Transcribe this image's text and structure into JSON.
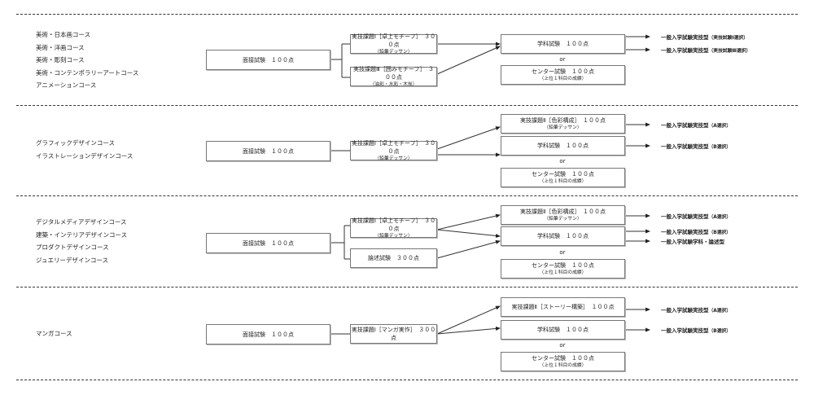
{
  "sections": [
    {
      "courses": [
        "美術・日本画コース",
        "美術・洋画コース",
        "美術・彫刻コース",
        "美術・コンテンポラリーアートコース",
        "アニメーションコース"
      ],
      "interview": "面接試験　１００点",
      "stage2": [
        {
          "title": "実技課題Ⅰ［卓上モチーフ］　３００点",
          "sub": "（鉛筆デッサン）"
        },
        {
          "title": "実技課題Ⅲ［囲みモチーフ］　３００点",
          "sub": "（油彩・水彩・木炭）"
        }
      ],
      "stage3": [
        {
          "title": "学科試験　１００点",
          "sub": ""
        }
      ],
      "or_label": "or",
      "center": {
        "title": "センター試験　１００点",
        "sub": "（上位１科目の成績）"
      },
      "results": [
        {
          "main": "一般入学試験実技型",
          "paren": "（実技試験Ⅰ選択）"
        },
        {
          "main": "一般入学試験実技型",
          "paren": "（実技試験Ⅲ選択）"
        }
      ]
    },
    {
      "courses": [
        "グラフィックデザインコース",
        "イラストレーションデザインコース"
      ],
      "interview": "面接試験　１００点",
      "stage2": [
        {
          "title": "実技課題Ⅰ［卓上モチーフ］　３００点",
          "sub": "（鉛筆デッサン）"
        }
      ],
      "stage3": [
        {
          "title": "実技課題Ⅱ［色彩構成］　１００点",
          "sub": "（鉛筆デッサン）"
        },
        {
          "title": "学科試験　１００点",
          "sub": ""
        }
      ],
      "or_label": "or",
      "center": {
        "title": "センター試験　１００点",
        "sub": "（上位１科目の成績）"
      },
      "results": [
        {
          "main": "一般入学試験実技型",
          "paren": "（A選択）"
        },
        {
          "main": "一般入学試験実技型",
          "paren": "（B選択）"
        }
      ]
    },
    {
      "courses": [
        "デジタルメディアデザインコース",
        "建築・インテリアデザインコース",
        "プロダクトデザインコース",
        "ジュエリーデザインコース"
      ],
      "interview": "面接試験　１００点",
      "stage2": [
        {
          "title": "実技課題Ⅰ［卓上モチーフ］　３００点",
          "sub": "（鉛筆デッサン）"
        },
        {
          "title": "論述試験　３００点",
          "sub": ""
        }
      ],
      "stage3": [
        {
          "title": "実技課題Ⅱ［色彩構成］　１００点",
          "sub": "（鉛筆デッサン）"
        },
        {
          "title": "学科試験　１００点",
          "sub": ""
        }
      ],
      "or_label": "or",
      "center": {
        "title": "センター試験　１００点",
        "sub": "（上位１科目の成績）"
      },
      "results": [
        {
          "main": "一般入学試験実技型",
          "paren": "（A選択）"
        },
        {
          "main": "一般入学試験実技型",
          "paren": "（B選択）"
        },
        {
          "main": "一般入学試験学科・論述型",
          "paren": ""
        }
      ]
    },
    {
      "courses": [
        "マンガコース"
      ],
      "interview": "面接試験　１００点",
      "stage2": [
        {
          "title": "実技課題Ⅰ［マンガ実作］　３００点",
          "sub": ""
        }
      ],
      "stage3": [
        {
          "title": "実技課題Ⅱ［ストーリー構築］　１００点",
          "sub": ""
        },
        {
          "title": "学科試験　１００点",
          "sub": ""
        }
      ],
      "or_label": "or",
      "center": {
        "title": "センター試験　１００点",
        "sub": "（上位１科目の成績）"
      },
      "results": [
        {
          "main": "一般入学試験実技型",
          "paren": "（A選択）"
        },
        {
          "main": "一般入学試験実技型",
          "paren": "（B選択）"
        }
      ]
    }
  ]
}
